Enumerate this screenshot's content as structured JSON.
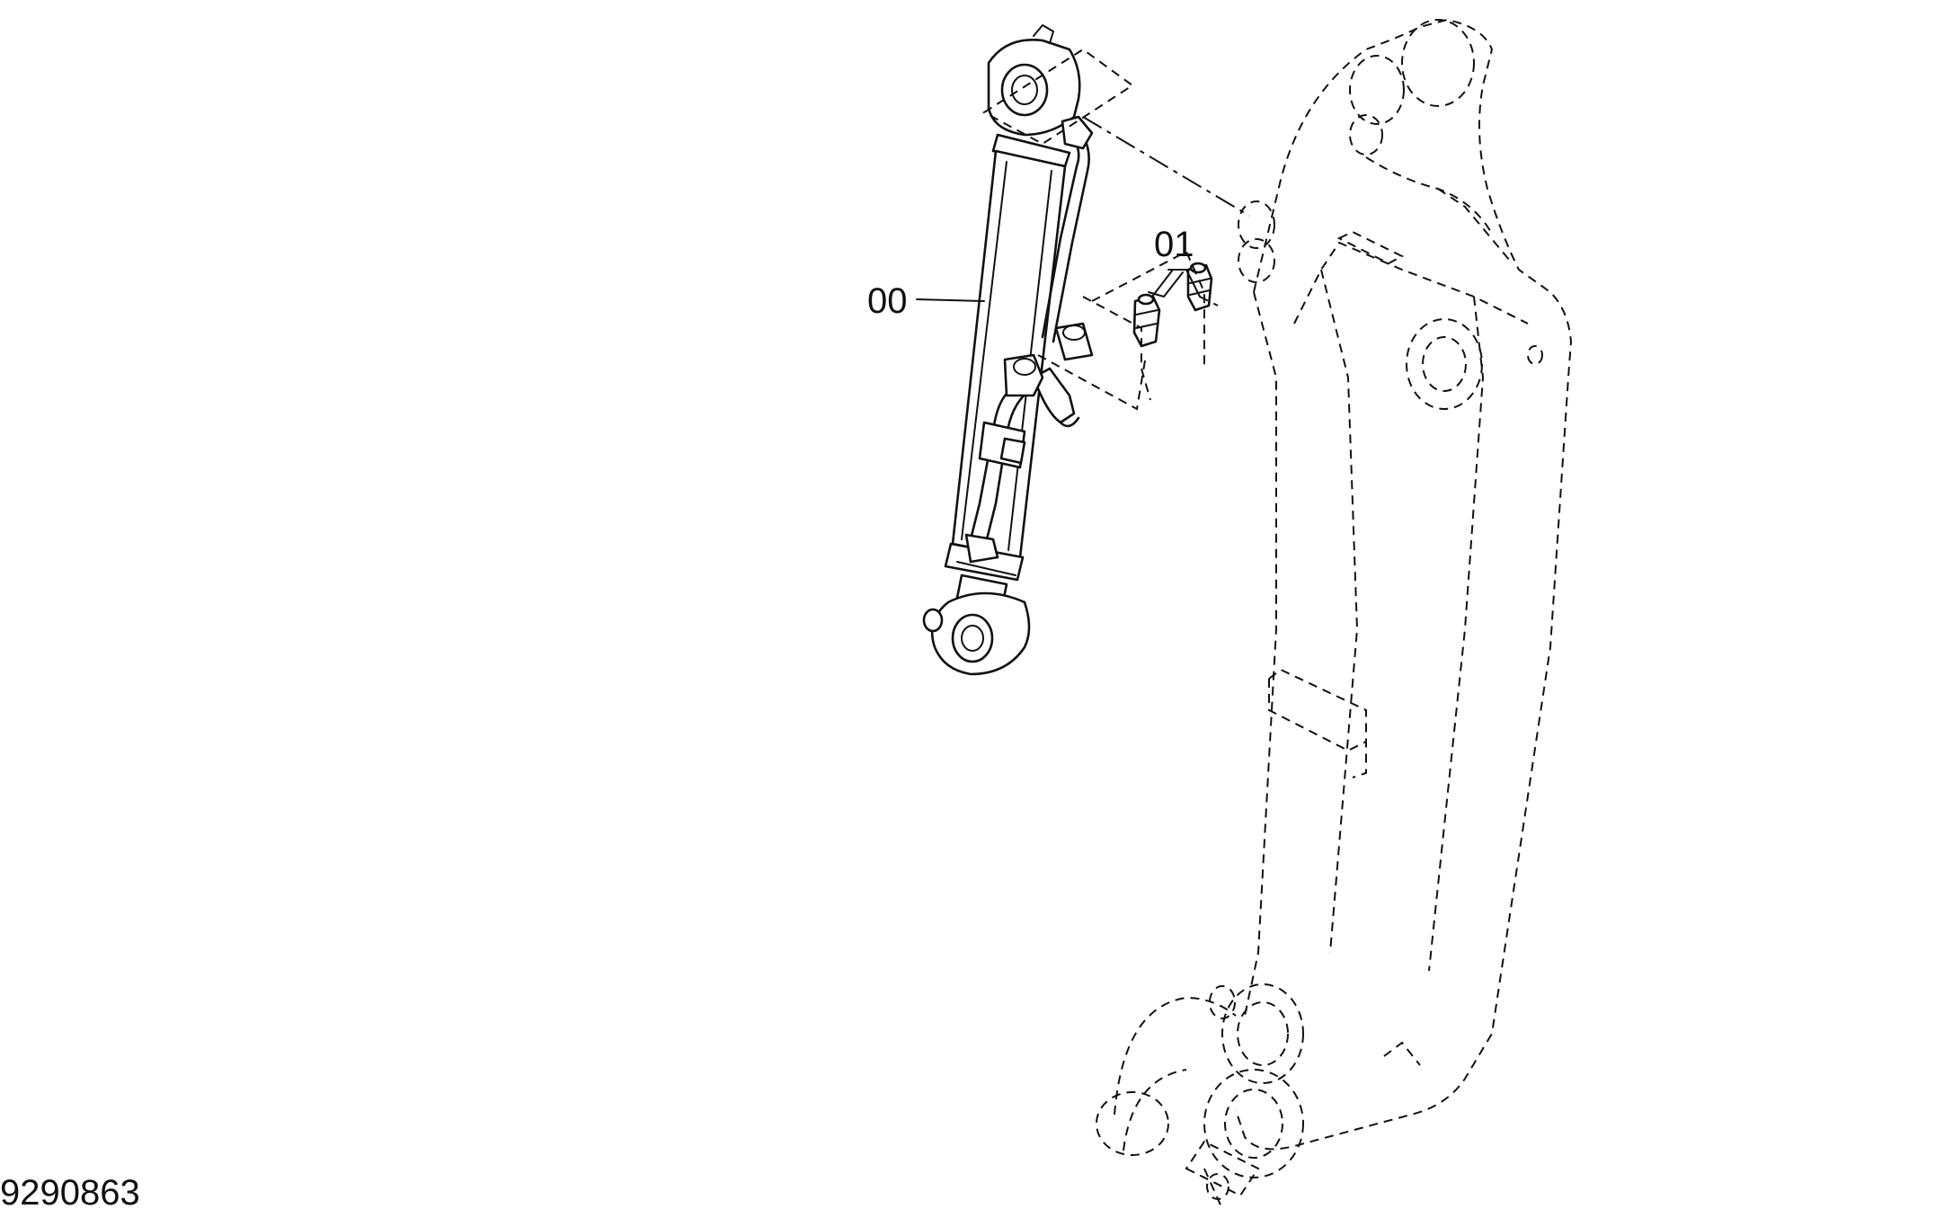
{
  "callouts": {
    "cylinder": "00",
    "fittings": "01"
  },
  "document_id": "9290863"
}
